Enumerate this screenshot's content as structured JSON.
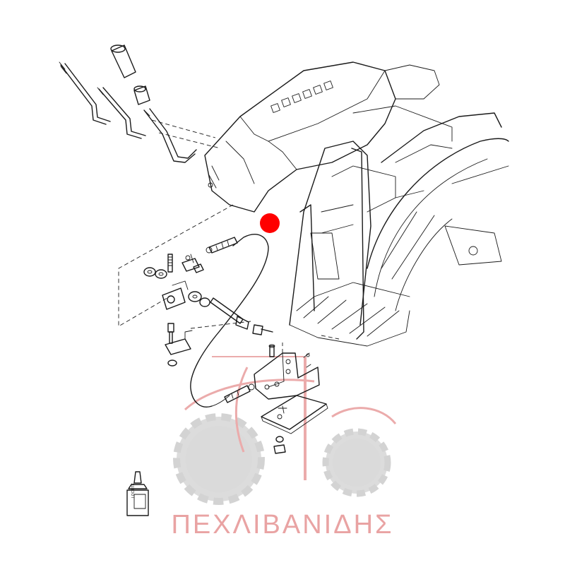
{
  "watermark": {
    "text": "ΠΕΧΛΙΒΑΝΙΔΗΣ",
    "color": "#e9a3a3"
  },
  "hotspot": {
    "color": "#ff0000",
    "icon": "red-dot-marker"
  },
  "bottle": {
    "label_text": "LOCTITE"
  },
  "colors": {
    "line": "#1a1a1a",
    "watermark_wheel": "#d9d9d9"
  }
}
